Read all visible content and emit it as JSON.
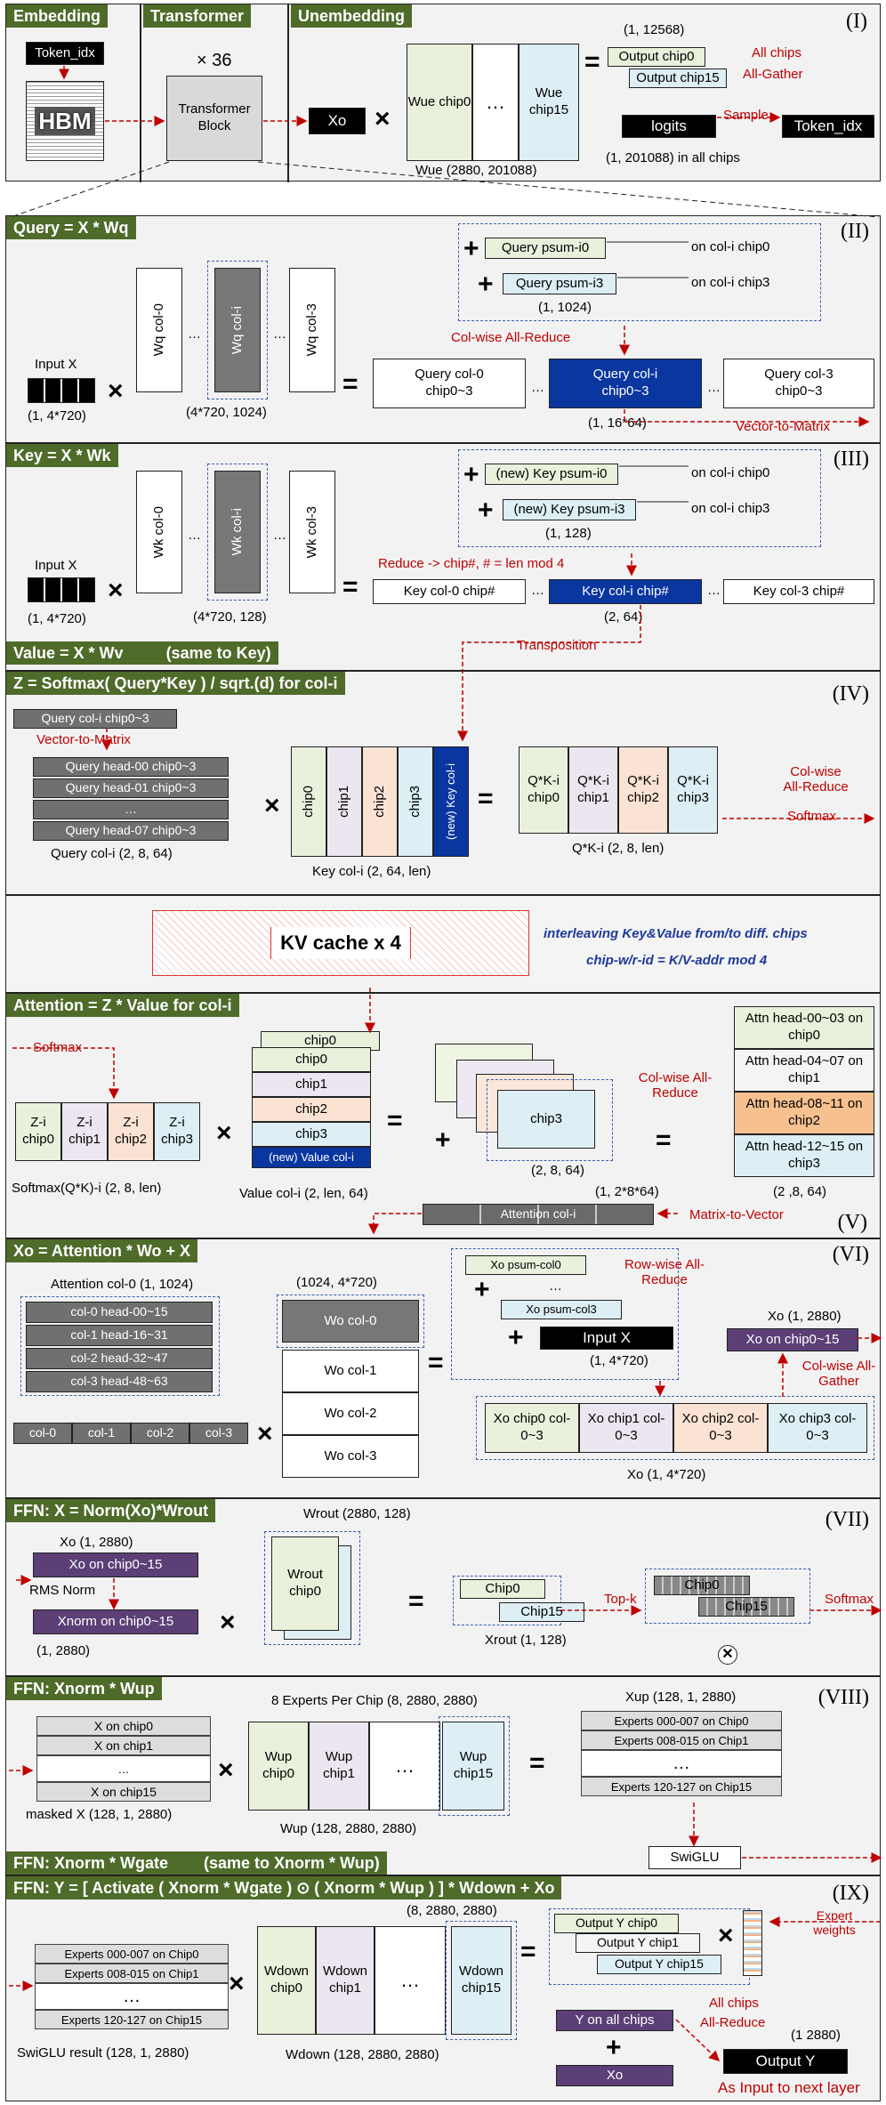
{
  "s1": {
    "h_emb": "Embedding",
    "h_tr": "Transformer",
    "h_unemb": "Unembedding",
    "rn": "(I)",
    "token_idx": "Token_idx",
    "hbm": "HBM",
    "x36": "× 36",
    "tblock": "Transformer Block",
    "xo": "Xo",
    "wue0": "Wue chip0",
    "wue15": "Wue chip15",
    "dots": "…",
    "wue_caption": "Wue (2880, 201088)",
    "dim_out": "(1, 12568)",
    "out0": "Output chip0",
    "out15": "Output chip15",
    "all_chips": "All chips",
    "all_gather": "All-Gather",
    "logits": "logits",
    "sample": "Sample",
    "token_idx2": "Token_idx",
    "all_caption": "(1, 201088) in all chips"
  },
  "s2": {
    "h": "Query = X * Wq",
    "rn": "(II)",
    "input_x": "Input X",
    "input_dim": "(1, 4*720)",
    "wq0": "Wq col-0",
    "wqi": "Wq col-i",
    "wq3": "Wq col-3",
    "wq_dim": "(4*720, 1024)",
    "ps0": "Query psum-i0",
    "ps3": "Query psum-i3",
    "on0": "on col-i chip0",
    "on3": "on col-i chip3",
    "ps_dim": "(1, 1024)",
    "allreduce": "Col-wise All-Reduce",
    "q0": "Query col-0 chip0~3",
    "qi": "Query col-i chip0~3",
    "q3": "Query col-3 chip0~3",
    "q_dim": "(1, 16*64)",
    "v2m": "Vector-to-Matrix"
  },
  "s3": {
    "h": "Key = X * Wk",
    "rn": "(III)",
    "input_x": "Input X",
    "input_dim": "(1, 4*720)",
    "wk0": "Wk col-0",
    "wki": "Wk col-i",
    "wk3": "Wk col-3",
    "wk_dim": "(4*720, 128)",
    "ps0": "(new) Key psum-i0",
    "ps3": "(new) Key psum-i3",
    "on0": "on col-i chip0",
    "on3": "on col-i chip3",
    "ps_dim": "(1, 128)",
    "reduce": "Reduce -> chip#,  # = len mod 4",
    "k0": "Key col-0 chip#",
    "ki": "Key col-i chip#",
    "k3": "Key col-3 chip#",
    "k_dim": "(2, 64)",
    "vh": "Value = X * Wv",
    "same": "(same to Key)",
    "transp": "Transposition"
  },
  "s4": {
    "h": "Z = Softmax( Query*Key ) / sqrt.(d)  for col-i",
    "rn": "(IV)",
    "qcol": "Query col-i  chip0~3",
    "v2m": "Vector-to-Matrix",
    "heads": [
      "Query head-00  chip0~3",
      "Query head-01  chip0~3",
      "…",
      "Query head-07  chip0~3"
    ],
    "qcap": "Query col-i (2, 8, 64)",
    "keys": [
      "chip0",
      "chip1",
      "chip2",
      "chip3",
      "(new) Key col-i"
    ],
    "kcap": "Key col-i  (2, 64, len)",
    "qk": [
      "Q*K-i chip0",
      "Q*K-i chip1",
      "Q*K-i chip2",
      "Q*K-i chip3"
    ],
    "qkcap": "Q*K-i  (2, 8, len)",
    "colwise": "Col-wise All-Reduce",
    "softmax": "Softmax"
  },
  "kv": {
    "label": "KV cache x 4",
    "note1": "interleaving Key&Value  from/to diff. chips",
    "note2": "chip-w/r-id = K/V-addr mod 4"
  },
  "s5": {
    "h": "Attention = Z * Value  for col-i",
    "rn": "(V)",
    "softmax": "Softmax",
    "z": [
      "Z-i chip0",
      "Z-i chip1",
      "Z-i chip2",
      "Z-i chip3"
    ],
    "zcap": "Softmax(Q*K)-i  (2, 8, len)",
    "vals": [
      "chip0",
      "chip0",
      "chip1",
      "chip2",
      "chip3",
      "(new) Value col-i"
    ],
    "vcap": "Value col-i  (2, len, 64)",
    "chip3": "chip3",
    "pdim": "(2, 8, 64)",
    "colwise": "Col-wise All-Reduce",
    "attn": [
      "Attn head-00~03 on chip0",
      "Attn head-04~07 on chip1",
      "Attn head-08~11 on chip2",
      "Attn head-12~15 on chip3"
    ],
    "adim": "(2 ,8, 64)",
    "adim2": "(1, 2*8*64)",
    "attn_col": "Attention col-i",
    "m2v": "Matrix-to-Vector"
  },
  "s6": {
    "h": "Xo = Attention * Wo + X",
    "rn": "(VI)",
    "acap": "Attention col-0 (1, 1024)",
    "rows": [
      "col-0 head-00~15",
      "col-1 head-16~31",
      "col-2 head-32~47",
      "col-3 head-48~63"
    ],
    "cols": [
      "col-0",
      "col-1",
      "col-2",
      "col-3"
    ],
    "wodim": "(1024, 4*720)",
    "wo": [
      "Wo col-0",
      "Wo col-1",
      "Wo col-2",
      "Wo col-3"
    ],
    "ps0": "Xo psum-col0",
    "ps3": "Xo psum-col3",
    "dots": "…",
    "inx": "Input X",
    "indim": "(1, 4*720)",
    "rowwise": "Row-wise All-Reduce",
    "xo": [
      "Xo chip0 col-0~3",
      "Xo chip1 col-0~3",
      "Xo chip2 col-0~3",
      "Xo chip3 col-0~3"
    ],
    "xocap": "Xo (1, 4*720)",
    "xodim": "Xo (1, 2880)",
    "xo15": "Xo on chip0~15",
    "colgather": "Col-wise All-Gather"
  },
  "s7": {
    "h": "FFN: X = Norm(Xo)*Wrout",
    "rn": "(VII)",
    "xodim": "Xo  (1, 2880)",
    "xo15": "Xo on chip0~15",
    "rms": "RMS Norm",
    "xn15": "Xnorm on chip0~15",
    "xndim": "(1, 2880)",
    "wrdim": "Wrout  (2880, 128)",
    "wr": "Wrout chip0",
    "chip0": "Chip0",
    "chip15": "Chip15",
    "xrcap": "Xrout  (1, 128)",
    "topk": "Top-k",
    "c0": "Chip0",
    "c15": "Chip15",
    "softmax": "Softmax"
  },
  "s8": {
    "h": "FFN:   Xnorm * Wup",
    "rn": "(VIII)",
    "xs": [
      "X on chip0",
      "X on chip1",
      "…",
      "X on chip15"
    ],
    "mcap": "masked X  (128, 1, 2880)",
    "experts": "8 Experts Per Chip  (8, 2880, 2880)",
    "wup": [
      "Wup chip0",
      "Wup chip1",
      "…",
      "Wup chip15"
    ],
    "wucap": "Wup  (128, 2880, 2880)",
    "xup": "Xup  (128, 1, 2880)",
    "es": [
      "Experts 000-007 on Chip0",
      "Experts 008-015 on Chip1",
      "…",
      "Experts 120-127 on Chip15"
    ],
    "gate": "FFN:   Xnorm * Wgate",
    "same": "(same to Xnorm * Wup)",
    "swiglu": "SwiGLU"
  },
  "s9": {
    "h": "FFN:   Y = [ Activate ( Xnorm * Wgate ) ⊙ ( Xnorm * Wup ) ] * Wdown + Xo",
    "rn": "(IX)",
    "wddim": "(8, 2880, 2880)",
    "es": [
      "Experts 000-007 on Chip0",
      "Experts 008-015 on Chip1",
      "…",
      "Experts 120-127 on Chip15"
    ],
    "scap": "SwiGLU result  (128, 1, 2880)",
    "wd": [
      "Wdown chip0",
      "Wdown chip1",
      "…",
      "Wdown chip15"
    ],
    "wdcap": "Wdown (128, 2880, 2880)",
    "y0": "Output Y chip0",
    "y1": "Output Y chip1",
    "y15": "Output Y chip15",
    "ew": "Expert weights",
    "allchips": "All chips",
    "allred": "All-Reduce",
    "yall": "Y on all chips",
    "xo": "Xo",
    "ydim": "(1 2880)",
    "out": "Output Y",
    "next": "As Input to next layer"
  }
}
